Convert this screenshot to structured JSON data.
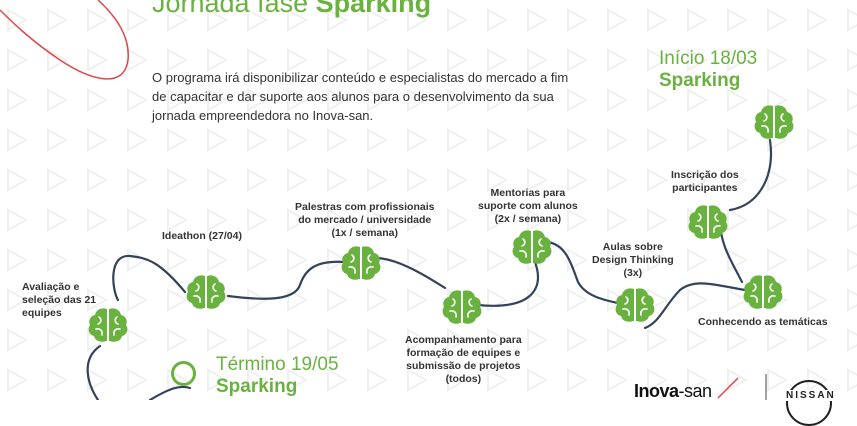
{
  "header": {
    "title_prefix": "Jornada fase",
    "title_emphasis": "Sparking",
    "intro": "O programa irá disponibilizar conteúdo e especialistas do mercado a fim de capacitar e dar suporte aos alunos para o desenvolvimento da sua jornada empreendedora no Inova-san."
  },
  "start": {
    "line1": "Início 18/03",
    "line2": "Sparking"
  },
  "end": {
    "line1": "Término 19/05",
    "line2": "Sparking"
  },
  "steps": [
    {
      "lines": [
        "Inscrição dos",
        "participantes"
      ]
    },
    {
      "lines": [
        "Conhecendo as temáticas"
      ]
    },
    {
      "lines": [
        "Aulas sobre",
        "Design Thinking",
        "(3x)"
      ]
    },
    {
      "lines": [
        "Mentorias para",
        "suporte com alunos",
        "(2x / semana)"
      ]
    },
    {
      "lines": [
        "Acompanhamento para",
        "formação de equipes e",
        "submissão de projetos",
        "(todos)"
      ]
    },
    {
      "lines": [
        "Palestras com profissionais",
        "do mercado / universidade",
        "(1x / semana)"
      ]
    },
    {
      "lines": [
        "Ideathon (27/04)"
      ]
    },
    {
      "lines": [
        "Avaliação e",
        "seleção das 21",
        "equipes"
      ]
    }
  ],
  "logos": {
    "inova_main": "Inova",
    "inova_suffix": "-san",
    "nissan": "NISSAN"
  },
  "colors": {
    "accent": "#6ab23f",
    "path": "#33435a",
    "text": "#333333",
    "decor": "#e0474c"
  },
  "icons": {
    "step": "brain-icon",
    "end": "circle-icon"
  }
}
